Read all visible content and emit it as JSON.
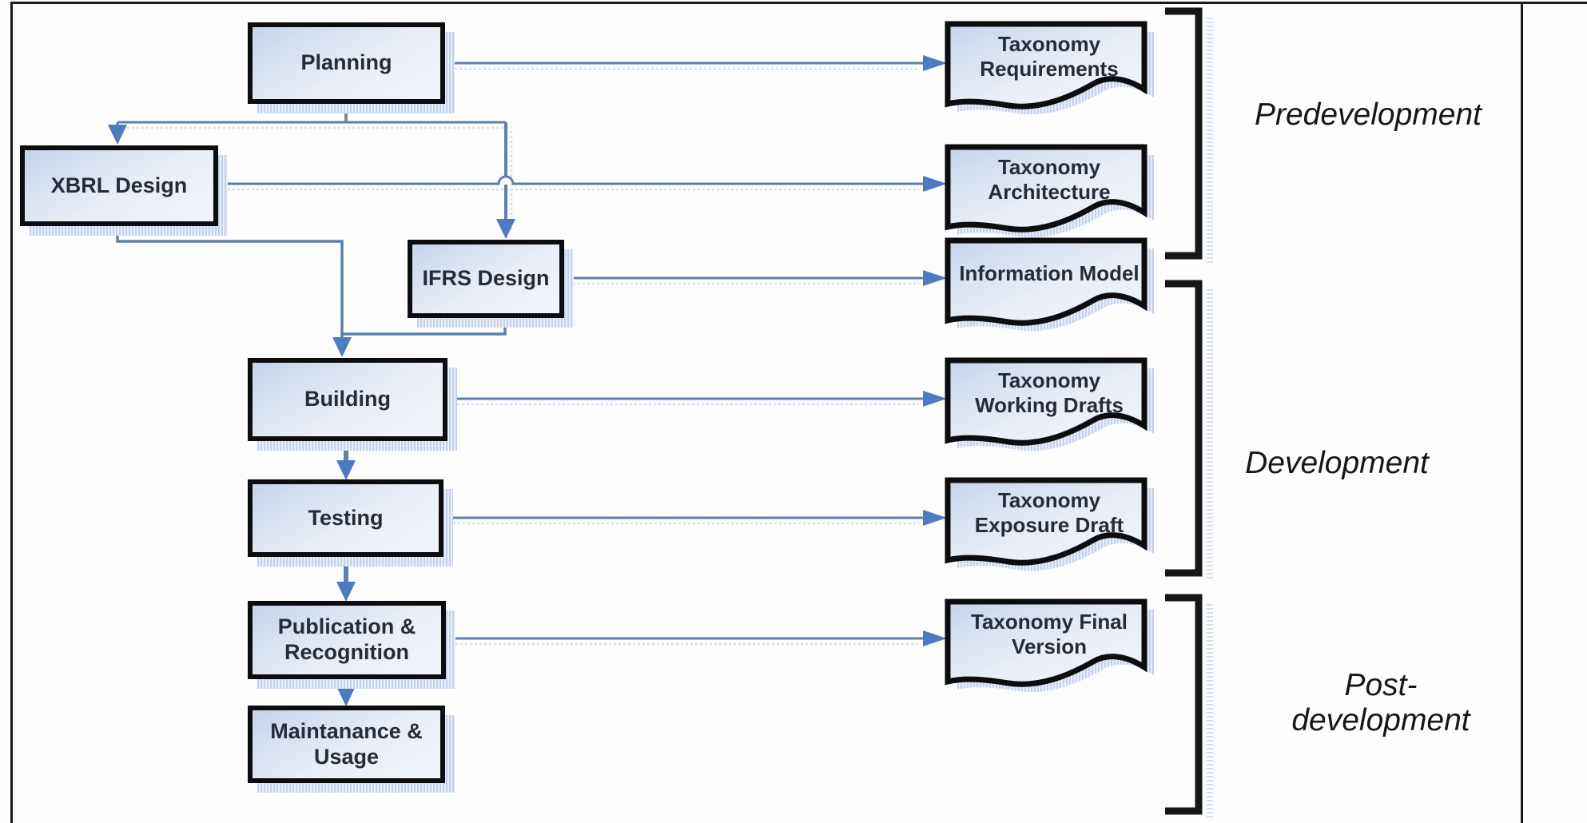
{
  "diagram": {
    "description": "Taxonomy development lifecycle flowchart",
    "process_boxes": [
      {
        "id": "planning",
        "label": "Planning"
      },
      {
        "id": "xbrl-design",
        "label": "XBRL Design"
      },
      {
        "id": "ifrs-design",
        "label": "IFRS Design"
      },
      {
        "id": "building",
        "label": "Building"
      },
      {
        "id": "testing",
        "label": "Testing"
      },
      {
        "id": "publication-recognition",
        "label": "Publication &\nRecognition"
      },
      {
        "id": "maintanance-usage",
        "label": "Maintanance &\nUsage"
      }
    ],
    "documents": [
      {
        "id": "taxonomy-requirements",
        "label": "Taxonomy\nRequirements"
      },
      {
        "id": "taxonomy-architecture",
        "label": "Taxonomy\nArchitecture"
      },
      {
        "id": "information-model",
        "label": "Information Model"
      },
      {
        "id": "taxonomy-working-drafts",
        "label": "Taxonomy\nWorking Drafts"
      },
      {
        "id": "taxonomy-exposure-draft",
        "label": "Taxonomy\nExposure Draft"
      },
      {
        "id": "taxonomy-final-version",
        "label": "Taxonomy Final\nVersion"
      }
    ],
    "phases": [
      {
        "id": "predevelopment",
        "label": "Predevelopment"
      },
      {
        "id": "development",
        "label": "Development"
      },
      {
        "id": "post-development",
        "label": "Post-\ndevelopment"
      }
    ],
    "colors": {
      "line": "#5e80a8",
      "arrow": "#4c7bc0",
      "border": "#0d0d0f",
      "fill_dark": "#c6d4e9",
      "fill_light": "#f1f5fb",
      "text": "#262b38"
    }
  }
}
